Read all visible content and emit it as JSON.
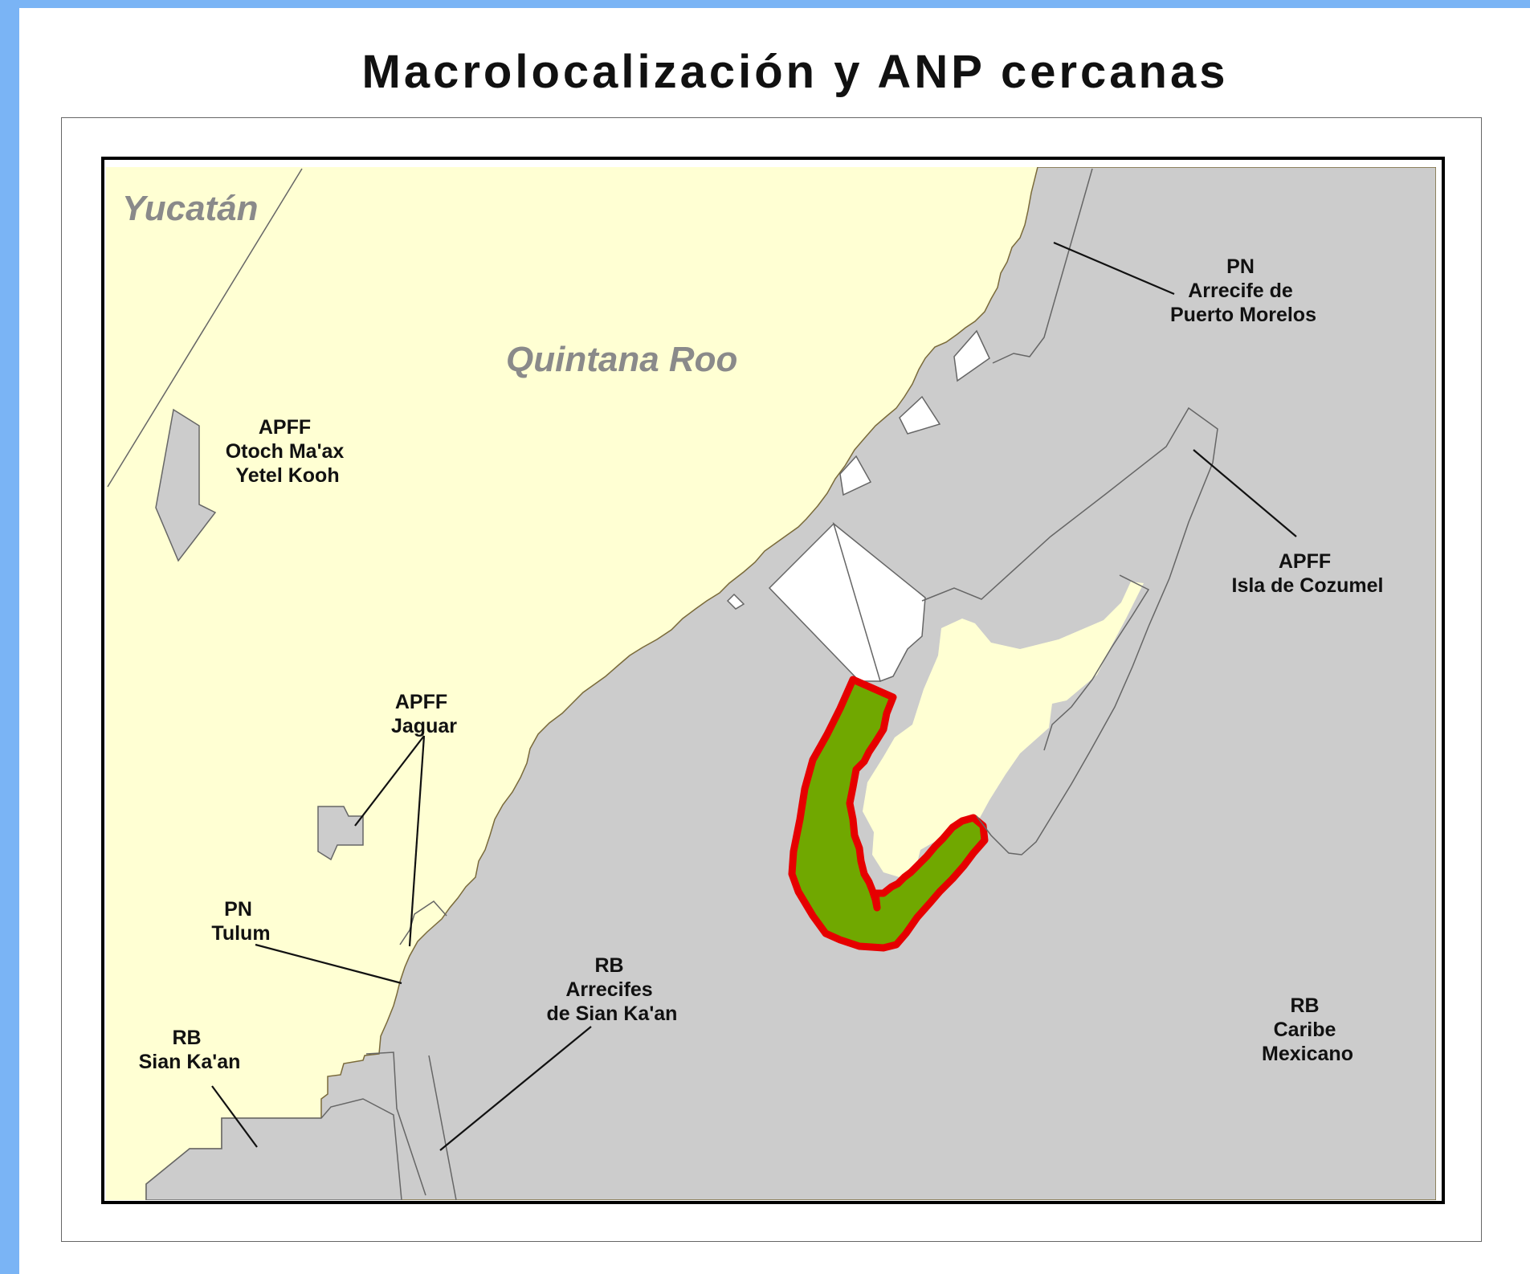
{
  "title": "Macrolocalización y ANP cercanas",
  "colors": {
    "frame_accent": "#7ab4f5",
    "land": "#ffffd3",
    "sea_protected": "#cccccc",
    "project_fill": "#70a800",
    "project_outline": "#e60000",
    "map_border": "#000000"
  },
  "map": {
    "region_labels": {
      "yucatan": "Yucatán",
      "quintana_roo": "Quintana Roo"
    },
    "anp_labels": {
      "pn_puerto_morelos": [
        "PN",
        "Arrecife de",
        "Puerto Morelos"
      ],
      "apff_otoch": [
        "APFF",
        "Otoch Ma'ax",
        "Yetel Kooh"
      ],
      "apff_cozumel": [
        "APFF",
        "Isla de Cozumel"
      ],
      "apff_jaguar": [
        "APFF",
        "Jaguar"
      ],
      "pn_tulum": [
        "PN",
        "Tulum"
      ],
      "rb_arrecifes_sian_kaan": [
        "RB",
        "Arrecifes",
        "de Sian Ka'an"
      ],
      "rb_caribe": [
        "RB",
        "Caribe",
        "Mexicano"
      ],
      "rb_sian_kaan": [
        "RB",
        "Sian Ka'an"
      ]
    }
  }
}
